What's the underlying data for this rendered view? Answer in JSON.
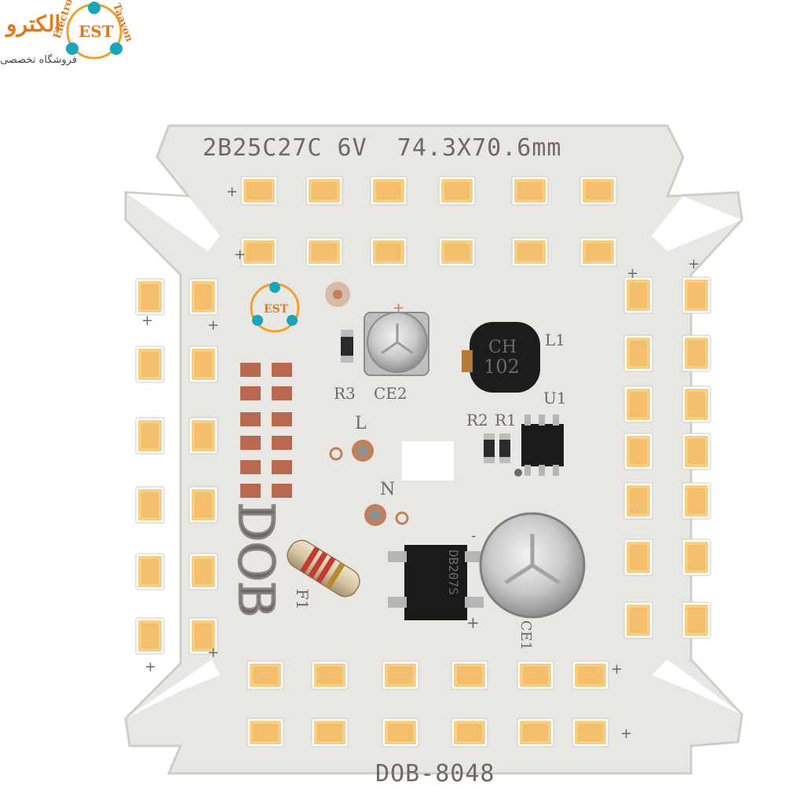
{
  "board": {
    "title_label": "2B25C27C 6V  74.3X70.6mm",
    "bottom_label": "DOB-8048",
    "brand_vertical": "DOB",
    "colors": {
      "pcb": "#e9e7e3",
      "pcb_edge": "#d3d0cb",
      "led_body": "#f6cf86",
      "led_core": "#f3b35a",
      "silk": "#6d6a66",
      "pad_copper": "#b9694f"
    }
  },
  "components": {
    "inductor_line1": "CH",
    "inductor_line2": "102",
    "inductor_ref": "L1",
    "ic_ref": "U1",
    "cap1_ref": "CE2",
    "r3_ref": "R3",
    "r2_ref": "R2",
    "r1_ref": "R1",
    "fuse_ref": "F1",
    "input_l": "L",
    "input_n": "N",
    "bridge_text": "DB207S",
    "cap2_ref": "CE1",
    "plus": "+",
    "minus": "-"
  },
  "watermark": {
    "latin_top": "Electro",
    "latin_right": "Taavon",
    "monogram": "EST",
    "persian_name": "الکترو",
    "persian_sub": "فروشگاه تخصصی"
  }
}
